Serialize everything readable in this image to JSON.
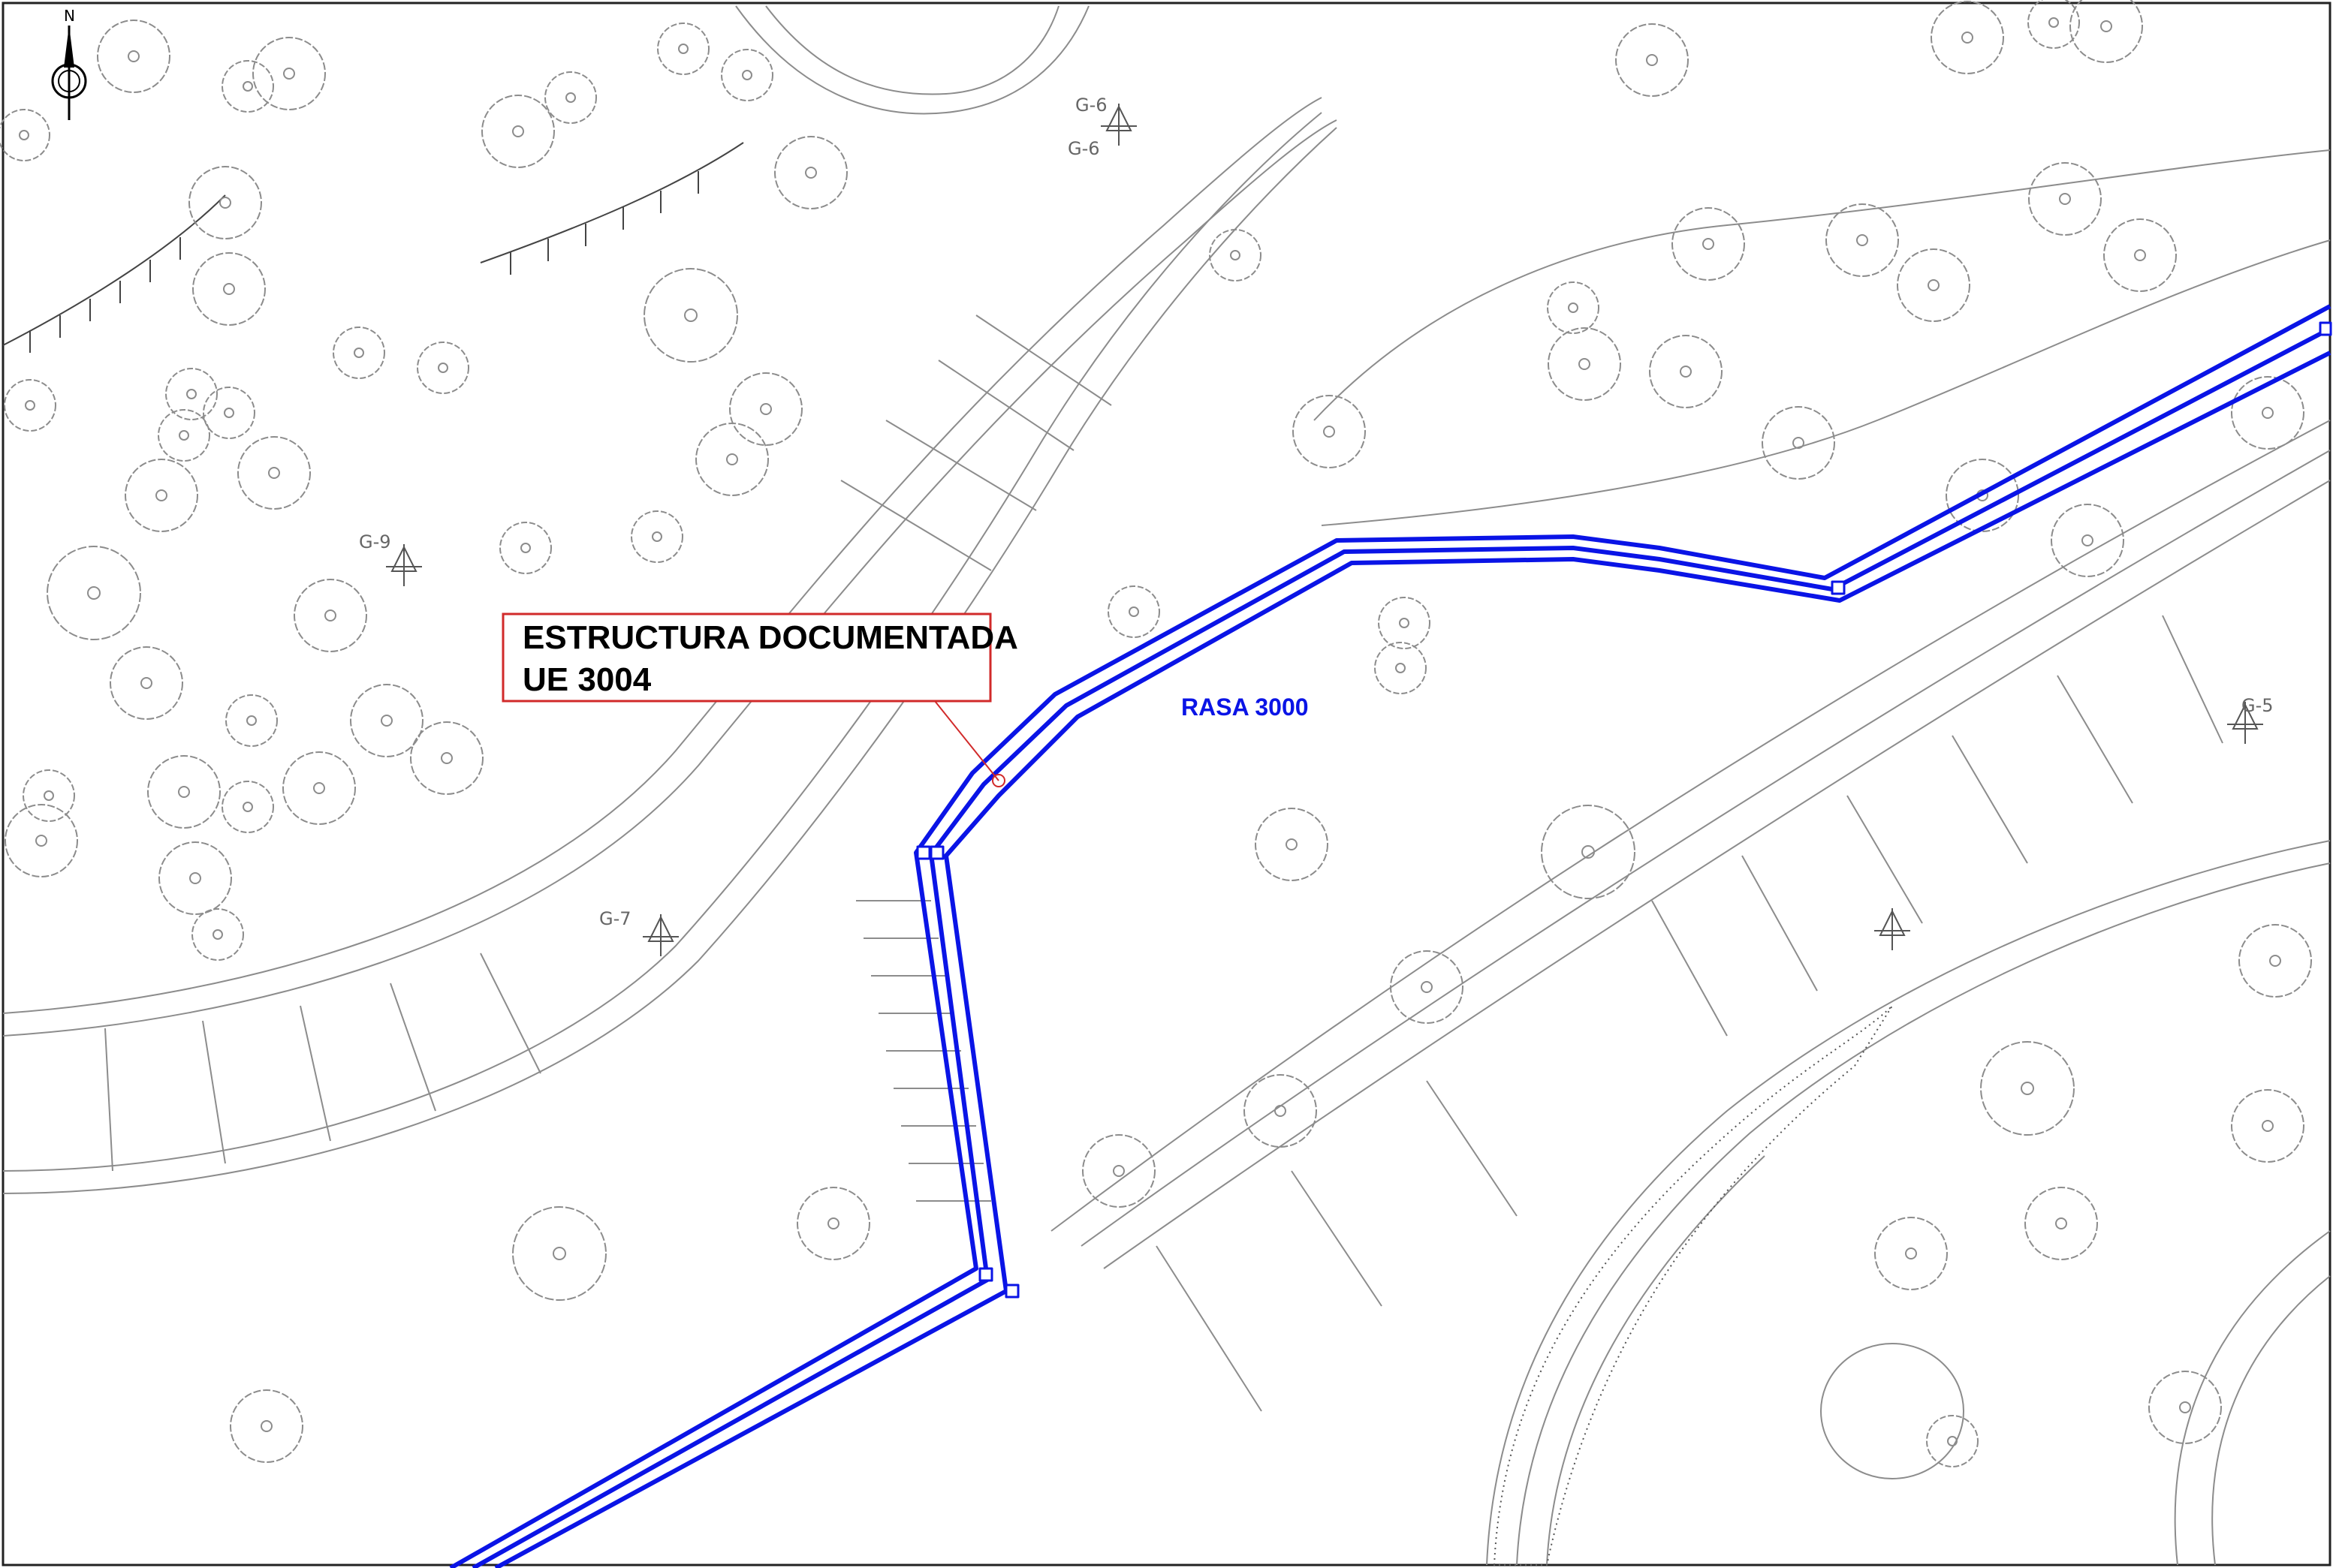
{
  "map": {
    "north_arrow_label": "N",
    "callout": {
      "line1": "ESTRUCTURA DOCUMENTADA",
      "line2": "UE 3004"
    },
    "trench_label": "RASA 3000",
    "grid_markers": [
      {
        "label": "G-6"
      },
      {
        "label": "G-6"
      },
      {
        "label": "G-9"
      },
      {
        "label": "G-7"
      },
      {
        "label": "G-5"
      }
    ],
    "colors": {
      "trench": "#0a14e6",
      "callout_border": "#d12a2a",
      "linework": "#8c8c8c",
      "label_text": "#000000"
    },
    "icons": [
      "north-arrow-icon",
      "survey-marker-icon",
      "tree-canopy-icon"
    ]
  }
}
